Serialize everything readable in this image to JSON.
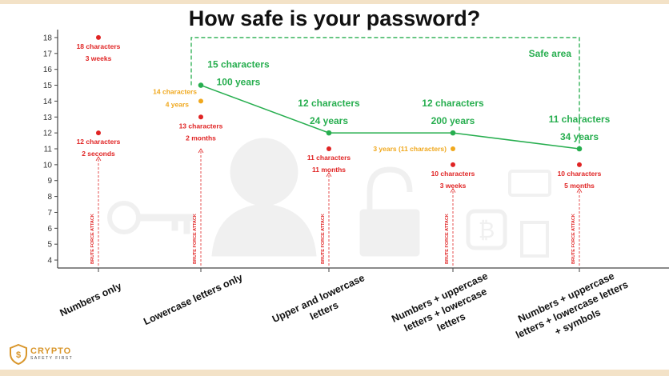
{
  "title": "How safe is your password?",
  "safe_area_label": "Safe area",
  "brute_force_label": "BRUTE FORCE ATTACK",
  "logo": {
    "name": "CRYPTO",
    "tagline": "SAFETY FIRST"
  },
  "colors": {
    "safe": "#27ae4f",
    "danger": "#e02424",
    "warning": "#f0a81d",
    "axis": "#444444"
  },
  "chart_data": {
    "type": "scatter",
    "title": "How safe is your password?",
    "ylim": [
      3.5,
      18.5
    ],
    "y_ticks": [
      4,
      5,
      6,
      7,
      8,
      9,
      10,
      11,
      12,
      13,
      14,
      15,
      16,
      17,
      18
    ],
    "categories": [
      "Numbers only",
      "Lowercase letters only",
      "Upper and lowercase letters",
      "Numbers + uppercase letters + lowercase letters",
      "Numbers + uppercase letters + lowercase letters + symbols"
    ],
    "category_lines": [
      [
        "Numbers only"
      ],
      [
        "Lowercase letters only"
      ],
      [
        "Upper and lowercase",
        "letters"
      ],
      [
        "Numbers + uppercase",
        "letters + lowercase",
        "letters"
      ],
      [
        "Numbers + uppercase",
        "letters + lowercase letters",
        "+ symbols"
      ]
    ],
    "safe_series": [
      {
        "cat": 1,
        "y": 15,
        "label_chars": "15 characters",
        "label_time": "100 years"
      },
      {
        "cat": 2,
        "y": 12,
        "label_chars": "12 characters",
        "label_time": "24 years"
      },
      {
        "cat": 3,
        "y": 12,
        "label_chars": "12 characters",
        "label_time": "200 years"
      },
      {
        "cat": 4,
        "y": 11,
        "label_chars": "11 characters",
        "label_time": "34 years"
      }
    ],
    "danger_points": [
      {
        "cat": 0,
        "y": 18,
        "label_chars": "18 characters",
        "label_time": "3 weeks"
      },
      {
        "cat": 0,
        "y": 12,
        "label_chars": "12 characters",
        "label_time": "2 seconds"
      },
      {
        "cat": 1,
        "y": 13,
        "label_chars": "13 characters",
        "label_time": "2 months"
      },
      {
        "cat": 2,
        "y": 11,
        "label_chars": "11 characters",
        "label_time": "11 months"
      },
      {
        "cat": 3,
        "y": 10,
        "label_chars": "10 characters",
        "label_time": "3 weeks"
      },
      {
        "cat": 4,
        "y": 10,
        "label_chars": "10 characters",
        "label_time": "5 months"
      }
    ],
    "warning_points": [
      {
        "cat": 1,
        "y": 14,
        "label_chars": "14 characters",
        "label_time": "4 years"
      },
      {
        "cat": 3,
        "y": 11,
        "label_time": "3 years (11 characters)"
      }
    ]
  }
}
